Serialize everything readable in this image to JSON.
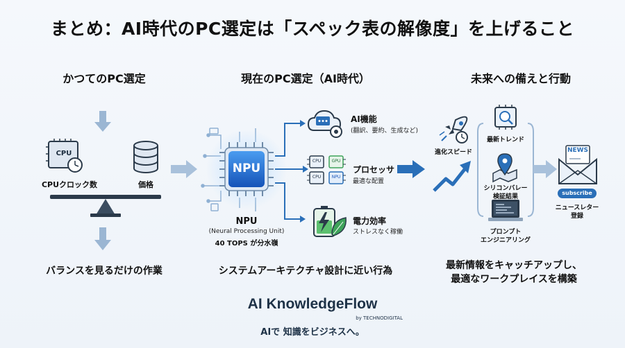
{
  "title": "まとめ：AI時代のPC選定は「スペック表の解像度」を上げること",
  "columns": {
    "past": {
      "heading": "かつてのPC選定",
      "cpu_chip": "CPU",
      "cpu_label": "CPUクロック数",
      "price_label": "価格",
      "caption": "バランスを見るだけの作業"
    },
    "present": {
      "heading": "現在のPC選定（AI時代）",
      "npu_chip": "NPU",
      "npu_name": "NPU",
      "npu_full": "(Neural Processing Unit)",
      "npu_tops": "40 TOPS が分水嶺",
      "ai_feature_title": "AI機能",
      "ai_feature_sub": "(翻訳、要約、生成など)",
      "processor_title": "プロセッサ",
      "processor_sub": "最適な配置",
      "proc_chips": [
        "CPU",
        "GPU",
        "CPU",
        "NPU"
      ],
      "power_title": "電力効率",
      "power_sub": "ストレスなく稼働",
      "caption": "システムアーキテクチャ設計に近い行為"
    },
    "future": {
      "heading": "未来への備えと行動",
      "speed_label": "進化スピード",
      "trend_label": "最新トレンド",
      "silicon_label_1": "シリコンバレー",
      "silicon_label_2": "検証結果",
      "prompt_label_1": "プロンプト",
      "prompt_label_2": "エンジニアリング",
      "news_badge": "NEWS",
      "subscribe": "subscribe",
      "newsletter_1": "ニュースレター",
      "newsletter_2": "登録",
      "caption_1": "最新情報をキャッチアップし、",
      "caption_2": "最適なワークプレイスを構築"
    }
  },
  "brand": {
    "name": "AI KnowledgeFlow",
    "by": "by TECHNODIGITAL",
    "tagline": "AIで 知識をビジネスへ。"
  },
  "colors": {
    "accent": "#2a6fb8",
    "arrow": "#8fb0d3",
    "dark": "#2b3a4a",
    "green": "#3ea35a",
    "npu": "#1f6fd1"
  }
}
